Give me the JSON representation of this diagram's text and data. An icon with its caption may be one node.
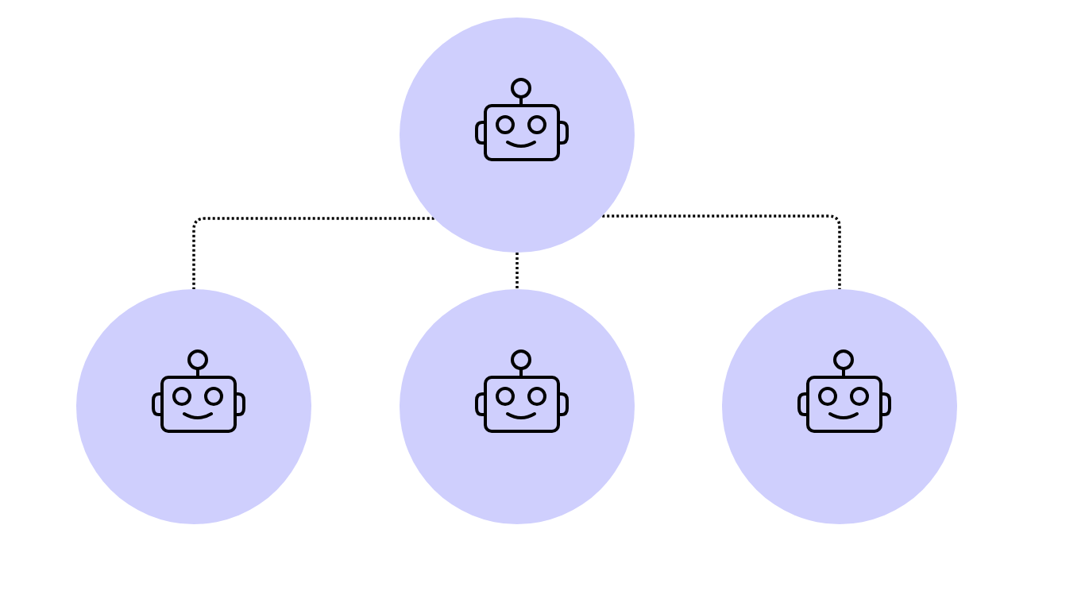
{
  "diagram": {
    "nodes": [
      {
        "text": [],
        "shape": "circle"
      },
      {
        "text": [],
        "shape": "circle"
      },
      {
        "text": [],
        "shape": "circle"
      },
      {
        "text": [],
        "shape": "circle"
      }
    ],
    "edges": [
      {
        "from": 0,
        "to": 1,
        "arrow": "none",
        "style": "dashed"
      },
      {
        "from": 0,
        "to": 2,
        "arrow": "none",
        "style": "dashed"
      },
      {
        "from": 0,
        "to": 3,
        "arrow": "none",
        "style": "dashed"
      }
    ]
  }
}
